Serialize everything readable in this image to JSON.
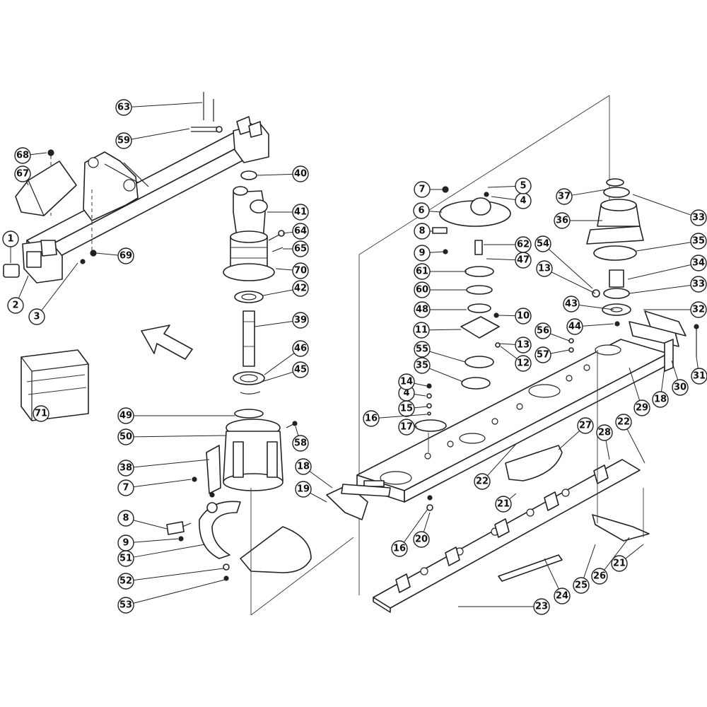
{
  "callouts": [
    {
      "id": "1",
      "label": "1"
    },
    {
      "id": "2",
      "label": "2"
    },
    {
      "id": "3",
      "label": "3"
    },
    {
      "id": "4a",
      "label": "4"
    },
    {
      "id": "4b",
      "label": "4"
    },
    {
      "id": "5",
      "label": "5"
    },
    {
      "id": "6",
      "label": "6"
    },
    {
      "id": "7a",
      "label": "7"
    },
    {
      "id": "7b",
      "label": "7"
    },
    {
      "id": "8a",
      "label": "8"
    },
    {
      "id": "8b",
      "label": "8"
    },
    {
      "id": "9a",
      "label": "9"
    },
    {
      "id": "9b",
      "label": "9"
    },
    {
      "id": "10",
      "label": "10"
    },
    {
      "id": "11",
      "label": "11"
    },
    {
      "id": "12",
      "label": "12"
    },
    {
      "id": "13a",
      "label": "13"
    },
    {
      "id": "13b",
      "label": "13"
    },
    {
      "id": "14",
      "label": "14"
    },
    {
      "id": "15",
      "label": "15"
    },
    {
      "id": "16a",
      "label": "16"
    },
    {
      "id": "16b",
      "label": "16"
    },
    {
      "id": "17",
      "label": "17"
    },
    {
      "id": "18a",
      "label": "18"
    },
    {
      "id": "18b",
      "label": "18"
    },
    {
      "id": "19",
      "label": "19"
    },
    {
      "id": "20",
      "label": "20"
    },
    {
      "id": "21a",
      "label": "21"
    },
    {
      "id": "21b",
      "label": "21"
    },
    {
      "id": "22a",
      "label": "22"
    },
    {
      "id": "22b",
      "label": "22"
    },
    {
      "id": "23",
      "label": "23"
    },
    {
      "id": "24",
      "label": "24"
    },
    {
      "id": "25",
      "label": "25"
    },
    {
      "id": "26",
      "label": "26"
    },
    {
      "id": "27",
      "label": "27"
    },
    {
      "id": "28",
      "label": "28"
    },
    {
      "id": "29",
      "label": "29"
    },
    {
      "id": "30",
      "label": "30"
    },
    {
      "id": "31",
      "label": "31"
    },
    {
      "id": "32",
      "label": "32"
    },
    {
      "id": "33a",
      "label": "33"
    },
    {
      "id": "33b",
      "label": "33"
    },
    {
      "id": "34",
      "label": "34"
    },
    {
      "id": "35a",
      "label": "35"
    },
    {
      "id": "35b",
      "label": "35"
    },
    {
      "id": "36",
      "label": "36"
    },
    {
      "id": "37",
      "label": "37"
    },
    {
      "id": "38",
      "label": "38"
    },
    {
      "id": "39",
      "label": "39"
    },
    {
      "id": "40",
      "label": "40"
    },
    {
      "id": "41",
      "label": "41"
    },
    {
      "id": "42",
      "label": "42"
    },
    {
      "id": "43",
      "label": "43"
    },
    {
      "id": "44",
      "label": "44"
    },
    {
      "id": "45",
      "label": "45"
    },
    {
      "id": "46",
      "label": "46"
    },
    {
      "id": "47",
      "label": "47"
    },
    {
      "id": "48",
      "label": "48"
    },
    {
      "id": "49",
      "label": "49"
    },
    {
      "id": "50",
      "label": "50"
    },
    {
      "id": "51",
      "label": "51"
    },
    {
      "id": "52",
      "label": "52"
    },
    {
      "id": "53",
      "label": "53"
    },
    {
      "id": "54",
      "label": "54"
    },
    {
      "id": "55",
      "label": "55"
    },
    {
      "id": "56",
      "label": "56"
    },
    {
      "id": "57",
      "label": "57"
    },
    {
      "id": "58",
      "label": "58"
    },
    {
      "id": "59",
      "label": "59"
    },
    {
      "id": "60",
      "label": "60"
    },
    {
      "id": "61",
      "label": "61"
    },
    {
      "id": "62",
      "label": "62"
    },
    {
      "id": "63",
      "label": "63"
    },
    {
      "id": "64",
      "label": "64"
    },
    {
      "id": "65",
      "label": "65"
    },
    {
      "id": "67",
      "label": "67"
    },
    {
      "id": "68",
      "label": "68"
    },
    {
      "id": "69",
      "label": "69"
    },
    {
      "id": "70",
      "label": "70"
    },
    {
      "id": "71",
      "label": "71"
    }
  ]
}
